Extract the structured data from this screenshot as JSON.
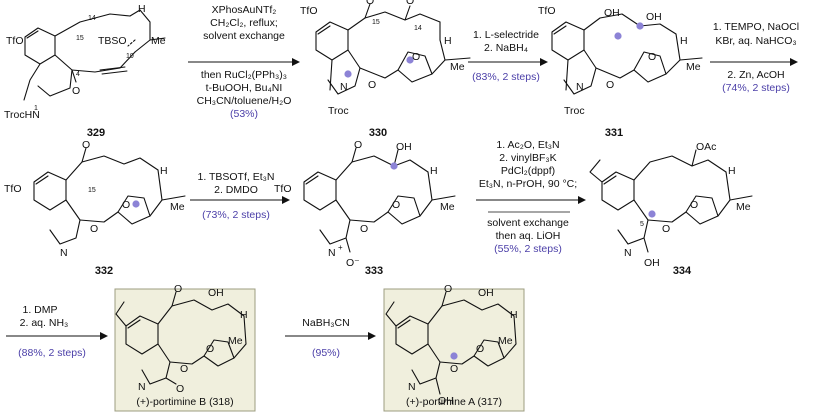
{
  "colors": {
    "accent": "#4b3fa8",
    "dot": "#8c83d6",
    "highlight_fill": "#f0efdd",
    "highlight_stroke": "#9c9c80",
    "ink": "#111111"
  },
  "compounds": {
    "c329": "329",
    "c330": "330",
    "c331": "331",
    "c332": "332",
    "c333": "333",
    "c334": "334",
    "portimine_b": "(+)-portimine B (318)",
    "portimine_a": "(+)-portimine A (317)"
  },
  "atoms": {
    "otf": "TfO",
    "tbso": "TBSO",
    "me": "Me",
    "h": "H",
    "o": "O",
    "oh": "OH",
    "oac": "OAc",
    "n": "N",
    "troc": "Troc",
    "trochn": "TrocHN",
    "n_oxide": "N",
    "o_minus": "O⁻",
    "plus": "+"
  },
  "numbering": {
    "n14": "14",
    "n15": "15",
    "n10": "10",
    "n4": "4",
    "n1": "1",
    "n15b": "15",
    "n14b": "14",
    "n15c": "15",
    "n5": "5"
  },
  "steps": {
    "s1": {
      "lines": [
        "XPhosAuNTf₂",
        "CH₂Cl₂, reflux;",
        "solvent exchange",
        "then RuCl₂(PPh₃)₃",
        "t-BuOOH, Bu₄NI",
        "CH₃CN/toluene/H₂O"
      ],
      "yield": "(53%)"
    },
    "s2": {
      "lines": [
        "1. L-selectride",
        "2. NaBH₄"
      ],
      "yield": "(83%, 2 steps)"
    },
    "s3": {
      "lines": [
        "1. TEMPO, NaOCl",
        "KBr, aq. NaHCO₃",
        "2. Zn, AcOH"
      ],
      "yield": "(74%, 2 steps)"
    },
    "s4": {
      "lines": [
        "1. TBSOTf, Et₃N",
        "2. DMDO"
      ],
      "yield": "(73%, 2 steps)"
    },
    "s5": {
      "lines": [
        "1. Ac₂O, Et₃N",
        "2. vinylBF₃K",
        "PdCl₂(dppf)",
        "Et₃N, n-PrOH, 90 °C;"
      ],
      "lines_below": [
        "solvent exchange",
        "then aq. LiOH"
      ],
      "yield": "(55%, 2 steps)"
    },
    "s6": {
      "lines": [
        "1. DMP",
        "2. aq. NH₃"
      ],
      "yield": "(88%, 2 steps)"
    },
    "s7": {
      "lines": [
        "NaBH₃CN"
      ],
      "yield": "(95%)"
    }
  }
}
